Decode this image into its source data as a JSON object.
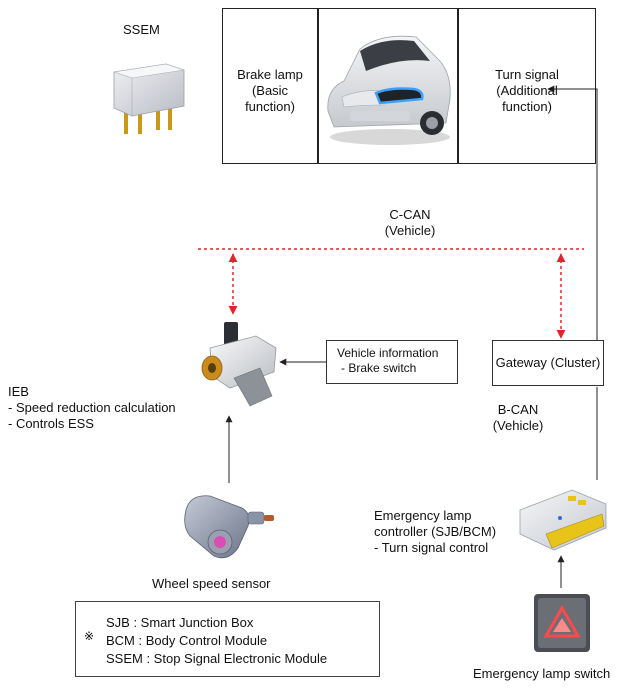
{
  "ssem": {
    "label": "SSEM"
  },
  "lamp_panel": {
    "brake_lamp": [
      "Brake lamp",
      "(Basic",
      "function)"
    ],
    "turn_signal": [
      "Turn signal",
      "(Additional",
      "function)"
    ]
  },
  "c_can": [
    "C-CAN",
    "(Vehicle)"
  ],
  "vehicle_info": [
    "Vehicle information",
    "- Brake switch"
  ],
  "ieb": [
    "IEB",
    "- Speed reduction calculation",
    "- Controls ESS"
  ],
  "gateway": {
    "label": "Gateway (Cluster)"
  },
  "b_can": [
    "B-CAN",
    "(Vehicle)"
  ],
  "emergency_controller": [
    "Emergency lamp",
    "controller (SJB/BCM)",
    "- Turn signal control"
  ],
  "wheel_sensor": {
    "label": "Wheel speed sensor"
  },
  "emergency_switch": {
    "label": "Emergency lamp switch"
  },
  "legend": {
    "symbol": "※",
    "lines": [
      "SJB : Smart Junction Box",
      "BCM : Body Control Module",
      "SSEM : Stop  Signal Electronic Module"
    ]
  },
  "colors": {
    "can_bus": "#e0262b",
    "line": "#222222",
    "led": "#3aa0ff"
  }
}
